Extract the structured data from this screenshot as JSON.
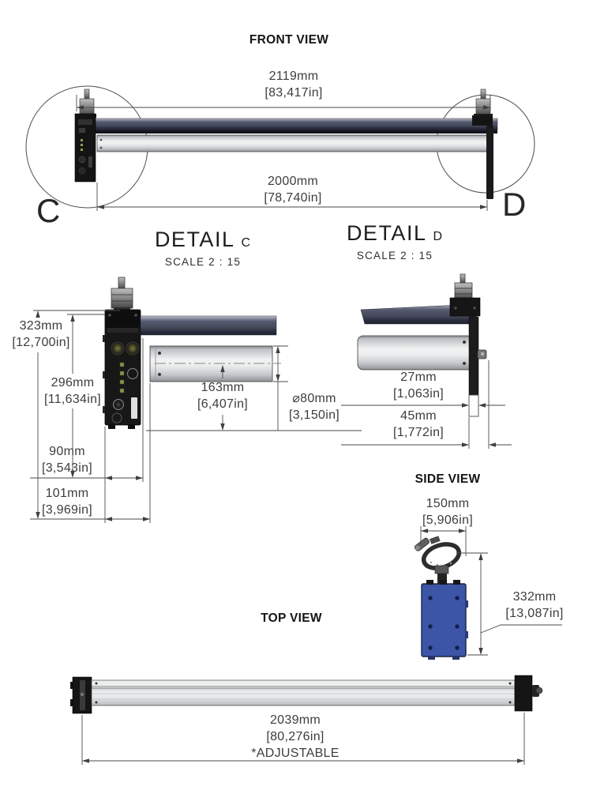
{
  "drawing": {
    "front_view": {
      "title": "FRONT VIEW",
      "overall_width": {
        "mm": "2119mm",
        "in": "[83,417in]"
      },
      "track_length": {
        "mm": "2000mm",
        "in": "[78,740in]"
      },
      "detail_marker_c": "C",
      "detail_marker_d": "D"
    },
    "detail_c": {
      "title": "DETAIL",
      "marker": "C",
      "scale": "SCALE 2 : 15",
      "dims": {
        "overall_height": {
          "mm": "323mm",
          "in": "[12,700in]"
        },
        "body_height": {
          "mm": "296mm",
          "in": "[11,634in]"
        },
        "tube_center_offset": {
          "mm": "163mm",
          "in": "[6,407in]"
        },
        "tube_diameter": {
          "mm": "⌀80mm",
          "in": "[3,150in]"
        },
        "body_width": {
          "mm": "90mm",
          "in": "[3,543in]"
        },
        "overall_width": {
          "mm": "101mm",
          "in": "[3,969in]"
        }
      }
    },
    "detail_d": {
      "title": "DETAIL",
      "marker": "D",
      "scale": "SCALE 2 : 15",
      "dims": {
        "bar_offset": {
          "mm": "27mm",
          "in": "[1,063in]"
        },
        "end_width": {
          "mm": "45mm",
          "in": "[1,772in]"
        }
      }
    },
    "side_view": {
      "title": "SIDE VIEW",
      "dims": {
        "width": {
          "mm": "150mm",
          "in": "[5,906in]"
        },
        "height": {
          "mm": "332mm",
          "in": "[13,087in]"
        }
      }
    },
    "top_view": {
      "title": "TOP VIEW",
      "adjustable_length": {
        "mm": "2039mm",
        "in": "[80,276in]",
        "note": "*ADJUSTABLE"
      }
    },
    "colors": {
      "background": "#ffffff",
      "line": "#4a4a4a",
      "text": "#3d3d3d",
      "hardware_dark": "#171717",
      "motor_blue": "#3c55a7",
      "tube_silver": "#eceded"
    }
  }
}
